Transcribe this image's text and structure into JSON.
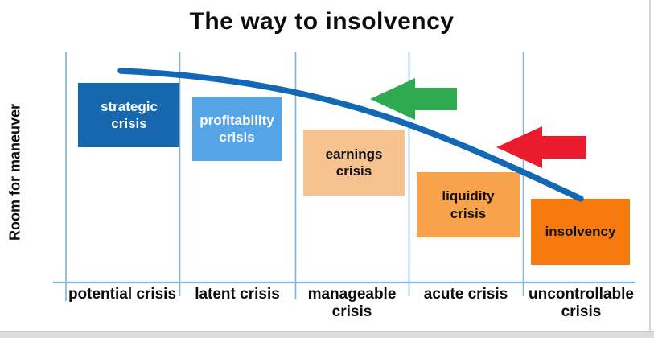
{
  "title": "The way to insolvency",
  "y_axis": {
    "label": "Room for maneuver"
  },
  "x_axis": {
    "labels": [
      "potential crisis",
      "latent crisis",
      "manageable crisis",
      "acute crisis",
      "uncontrollable crisis"
    ]
  },
  "boxes": [
    {
      "label": "strategic crisis",
      "color": "#1568ad",
      "text_color": "#ffffff"
    },
    {
      "label": "profitability crisis",
      "color": "#55a4e5",
      "text_color": "#ffffff"
    },
    {
      "label": "earnings crisis",
      "color": "#f6c28f",
      "text_color": "#111111"
    },
    {
      "label": "liquidity crisis",
      "color": "#f9a24c",
      "text_color": "#111111"
    },
    {
      "label": "insolvency",
      "color": "#f67a0d",
      "text_color": "#111111"
    }
  ],
  "curve": {
    "description": "room for maneuver declining from potential crisis to insolvency",
    "color": "#1268b4"
  },
  "arrows": [
    {
      "name": "green-left-arrow",
      "direction": "left",
      "color": "#2faa50"
    },
    {
      "name": "red-left-arrow",
      "direction": "left",
      "color": "#ea1b2d"
    }
  ],
  "frame": {
    "axis_color": "#7fb2de",
    "bottom_bar_color": "#dcdcdc",
    "right_edge_color": "#d6d6d6"
  }
}
